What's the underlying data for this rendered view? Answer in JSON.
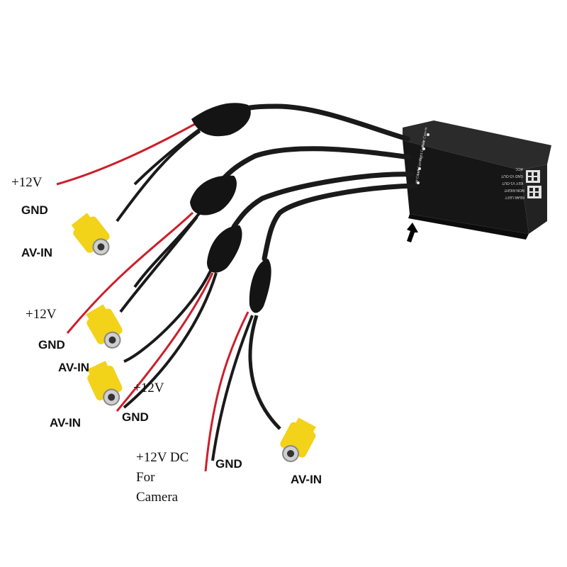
{
  "labels": {
    "group1": {
      "v12": "+12V",
      "gnd": "GND",
      "avin": "AV-IN"
    },
    "group2": {
      "v12": "+12V",
      "gnd": "GND",
      "avin": "AV-IN"
    },
    "group3": {
      "v12": "+12V",
      "gnd": "GND",
      "avin": "AV-IN"
    },
    "group4": {
      "v12_line1": "+12V DC",
      "v12_line2": "For",
      "v12_line3": "Camera",
      "gnd": "GND",
      "avin": "AV-IN"
    }
  },
  "device": {
    "ports": [
      "Front Cam-In",
      "Left Cam-In",
      "Right Cam-In",
      "Rear Cam-In"
    ],
    "connector_labels": [
      "REAR LEFT",
      "MON RIGHT",
      "KEY V1-OUT",
      "GND V2-OUT",
      "ACC"
    ]
  },
  "colors": {
    "cable": "#1a1a1a",
    "red_wire": "#cc1f2b",
    "rca_yellow": "#f3d21a",
    "box": "#1c1c1c",
    "arrow": "#000000"
  },
  "icons": {
    "pointer": "arrow-up-icon"
  }
}
